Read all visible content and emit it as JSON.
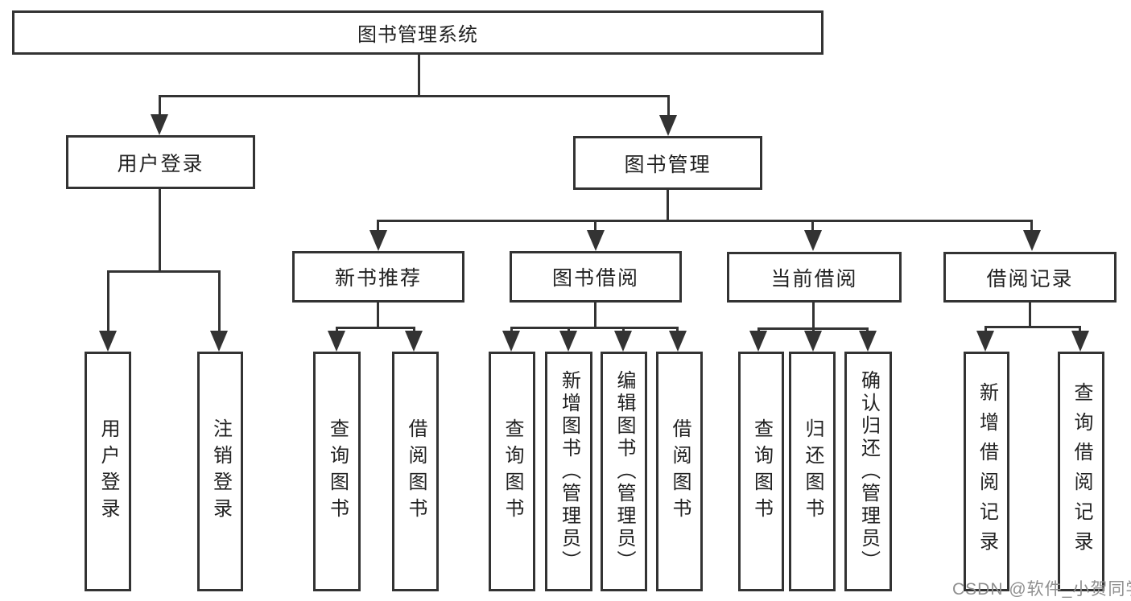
{
  "diagram": {
    "title": "图书管理系统",
    "branches": [
      {
        "label": "用户登录",
        "children": [
          "用户登录",
          "注销登录"
        ]
      },
      {
        "label": "图书管理",
        "modules": [
          {
            "label": "新书推荐",
            "children": [
              "查询图书",
              "借阅图书"
            ]
          },
          {
            "label": "图书借阅",
            "children": [
              "查询图书",
              "新增图书（管理员）",
              "编辑图书（管理员）",
              "借阅图书"
            ]
          },
          {
            "label": "当前借阅",
            "children": [
              "查询图书",
              "归还图书",
              "确认归还（管理员）"
            ]
          },
          {
            "label": "借阅记录",
            "children": [
              "新增借阅记录",
              "查询借阅记录"
            ]
          }
        ]
      }
    ],
    "watermark": "CSDN @软件_小贺同学",
    "colors": {
      "line": "#333333",
      "text": "#222222",
      "background": "#ffffff",
      "watermark": "#8f8f8f"
    }
  }
}
